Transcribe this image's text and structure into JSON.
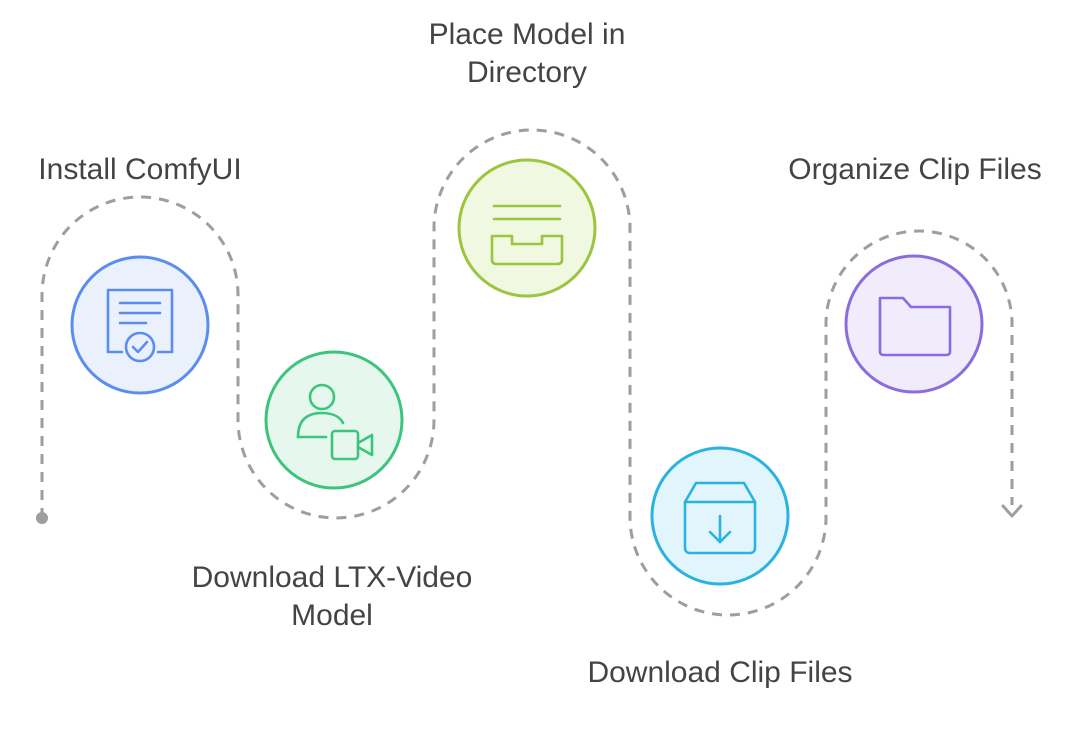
{
  "diagram": {
    "connector_color": "#9e9e9e",
    "steps": [
      {
        "label_lines": [
          "Install ComfyUI"
        ],
        "icon": "certificate-icon",
        "accent": "#5b8def",
        "fill": "#eaf1fd"
      },
      {
        "label_lines": [
          "Download LTX-Video",
          "Model"
        ],
        "icon": "user-video-icon",
        "accent": "#3cc47c",
        "fill": "#e6f8ee"
      },
      {
        "label_lines": [
          "Place Model in",
          "Directory"
        ],
        "icon": "inbox-tray-icon",
        "accent": "#9bc53d",
        "fill": "#f1f8e1"
      },
      {
        "label_lines": [
          "Download Clip Files"
        ],
        "icon": "box-download-icon",
        "accent": "#2bb3df",
        "fill": "#e3f5fc"
      },
      {
        "label_lines": [
          "Organize Clip Files"
        ],
        "icon": "folder-icon",
        "accent": "#8a6cdf",
        "fill": "#f0ecfc"
      }
    ]
  }
}
